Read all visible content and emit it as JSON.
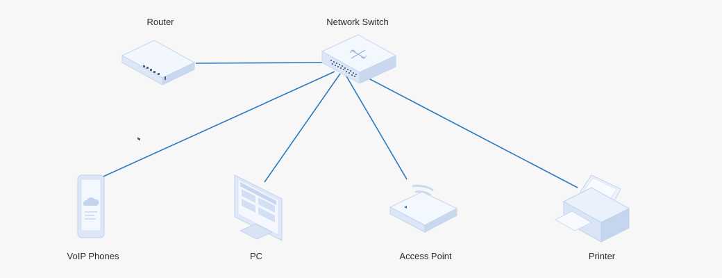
{
  "diagram": {
    "accent_color": "#2979c0",
    "device_fill": "#e8f0fb",
    "device_shade": "#cfdcf2",
    "device_edge": "#b7c9e6",
    "nodes": {
      "router": {
        "label": "Router",
        "icon": "router-icon"
      },
      "switch": {
        "label": "Network Switch",
        "icon": "network-switch-icon"
      },
      "voip": {
        "label": "VoIP Phones",
        "icon": "phone-icon"
      },
      "pc": {
        "label": "PC",
        "icon": "monitor-icon"
      },
      "ap": {
        "label": "Access Point",
        "icon": "access-point-icon"
      },
      "printer": {
        "label": "Printer",
        "icon": "printer-icon"
      }
    },
    "links": [
      {
        "from": "router",
        "to": "switch"
      },
      {
        "from": "switch",
        "to": "voip"
      },
      {
        "from": "switch",
        "to": "pc"
      },
      {
        "from": "switch",
        "to": "ap"
      },
      {
        "from": "switch",
        "to": "printer"
      }
    ]
  }
}
